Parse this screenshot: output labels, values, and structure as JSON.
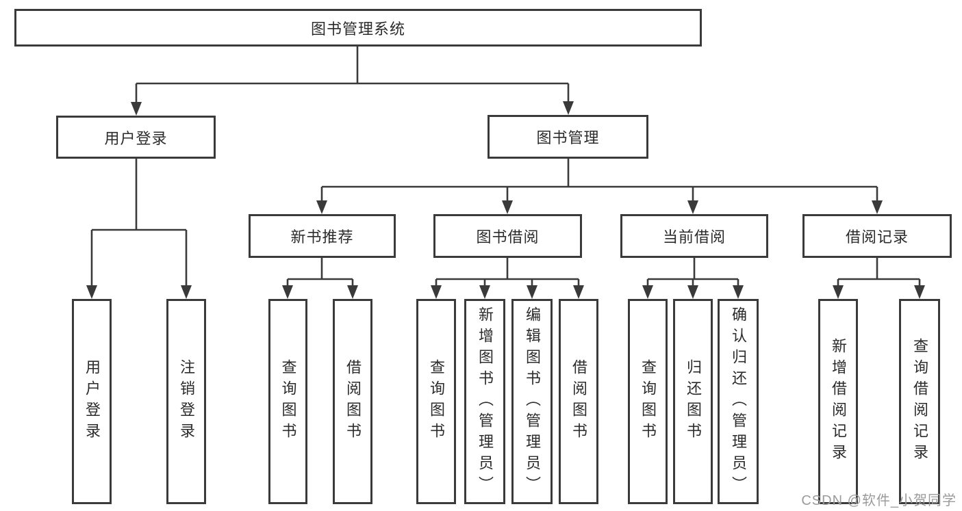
{
  "tree": {
    "root": "图书管理系统",
    "level2": [
      "用户登录",
      "图书管理"
    ],
    "level3": [
      "新书推荐",
      "图书借阅",
      "当前借阅",
      "借阅记录"
    ],
    "leaves": {
      "user_login": [
        "用户登录",
        "注销登录"
      ],
      "new_book_rec": [
        "查询图书",
        "借阅图书"
      ],
      "book_borrow": [
        "查询图书",
        "新增图书（管理员）",
        "编辑图书（管理员）",
        "借阅图书"
      ],
      "current_borrow": [
        "查询图书",
        "归还图书",
        "确认归还（管理员）"
      ],
      "borrow_record": [
        "新增借阅记录",
        "查询借阅记录"
      ]
    }
  },
  "watermark": "CSDN @软件_小贺同学",
  "colors": {
    "line": "#3a3a3a",
    "box_border": "#3a3a3a",
    "box_fill": "#ffffff",
    "text": "#2b2b2b",
    "watermark": "#9b9b9b",
    "background": "#ffffff"
  }
}
